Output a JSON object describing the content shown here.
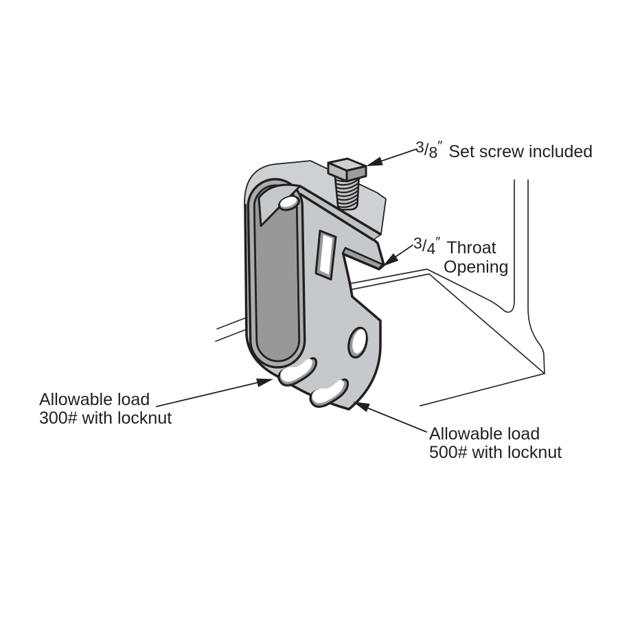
{
  "diagram": {
    "background_color": "#ffffff",
    "outline_color": "#231f20",
    "body_color": "#c6c9cb",
    "body_top_color": "#ced1d3",
    "rim_color": "#abaeb0",
    "interior_color": "#97989a",
    "labels": {
      "set_screw": {
        "numerator": "3",
        "slash": "/",
        "denominator": "8",
        "inch_mark": "″",
        "text": "Set screw included"
      },
      "throat": {
        "numerator": "3",
        "slash": "/",
        "denominator": "4",
        "inch_mark": "″",
        "line1": "Throat",
        "line2": "Opening"
      },
      "load_left": {
        "line1": "Allowable load",
        "line2": "300# with locknut"
      },
      "load_right": {
        "line1": "Allowable load",
        "line2": "500# with locknut"
      }
    }
  }
}
